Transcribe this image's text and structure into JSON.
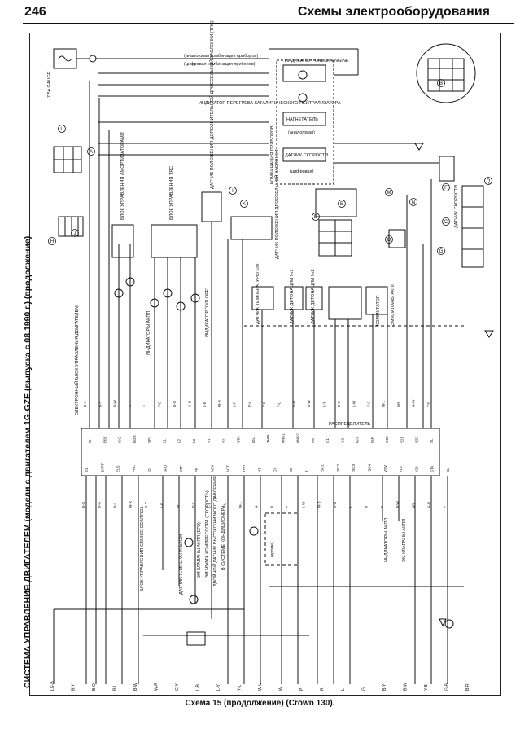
{
  "header": {
    "page_number": "246",
    "title": "Схемы электрооборудования"
  },
  "side_title": "СИСТЕМА УПРАВЛЕНИЯ ДВИГАТЕЛЕМ (модели с двигателем 1G-GZE (выпуска с 08.1990 г.) (продолжение)",
  "caption": "Схема 15 (продолжение) (Crown 130).",
  "labels": {
    "gauge": "7.5A GAUGE",
    "analog_combo": "(аналоговая комбинация приборов)",
    "digital_combo": "(цифровая комбинация приборов)",
    "check_engine": "ИНДИКАТОР \"CHECK ENGINE\"",
    "cat_overheat": "ИНДИКАТОР ПЕРЕГРЕВА КАТАЛИТИЧЕСКОГО НЕЙТРАЛИЗАТОРА",
    "supercharger": "НАГНЕТАТЕЛЬ",
    "analog": "(аналоговая)",
    "speed_sensor": "ДАТЧИК СКОРОСТИ",
    "digital": "(цифровая)",
    "instrument_combo": "КОМБИНАЦИЯ ПРИБОРОВ",
    "speed_sensor_right": "ДАТЧИК СКОРОСТИ",
    "ecu": "ЭЛЕКТРОННЫЙ БЛОК УПРАВЛЕНИЯ ДВИГАТЕЛЕМ",
    "shock_unit": "БЛОК УПРАВЛЕНИЯ АМОРТИЗАТОРАМИ",
    "trc_unit": "БЛОК УПРАВЛЕНИЯ TRC",
    "trc_throttle_pos": "ДАТЧИК ПОЛОЖЕНИЯ ДОПОЛНИТЕЛЬНОЙ ДРОССЕЛЬНОЙ ЗАСЛОНКИ (TRC)",
    "throttle_pos": "ДАТЧИК ПОЛОЖЕНИЯ ДРОССЕЛЬНОЙ ЗАСЛОНКИ",
    "at_indicator": "ИНДИКАТОРЫ АКПП",
    "od_off": "ИНДИКАТОР \"O/D OFF\"",
    "coolant_temp": "ДАТЧИК ТЕМПЕРАТУРЫ ОЖ",
    "knock1": "ДАТЧИК ДЕТОНАЦИИ №1",
    "knock2": "ДАТЧИК ДЕТОНАЦИИ №2",
    "distributor": "РАСПРЕДЕЛИТЕЛЬ",
    "commutator": "КОММУТАТОР",
    "at_valves": "ЭМ КЛАПАНЫ АКПП",
    "cruise": "БЛОК УПРАВЛЕНИЯ CRUISE-CONTROL",
    "oil_temp": "ДАТЧИК ТЕМПЕРАТУРЫ ОЖ",
    "at_valves_ecu": "ЭМ КЛАПАНЫ АКПП (ЕР2)",
    "ac_clutch": "ЭМ МУФТА КОМПРЕССОРА (СКОРОСТЬ)",
    "pressure_sw": "ДВОЙНОЙ ДАТЧИК ВЫСОКО/НИЗКОГО ДАВЛЕНИЯ",
    "in_ac": "В СИСТЕМЕ КОНДИЦИОНЕРА",
    "at_indicators2": "ИНДИКАТОРЫ АКПП",
    "at_valves2": "ЭМ КЛАПАНЫ АКПП",
    "except": "(кроме)"
  },
  "ecu_pins_top": [
    "W",
    "E01",
    "ISC",
    "EGR",
    "SP1",
    "L1",
    "L2",
    "L3",
    "S1",
    "S2",
    "VTA",
    "IDL",
    "THW",
    "KNK1",
    "KNK2",
    "NE",
    "G1",
    "G2",
    "IGT",
    "IGF",
    "G22",
    "S21",
    "S22",
    "SL"
  ],
  "ecu_pins_bottom": [
    "E1",
    "BATT",
    "ELS",
    "FPC",
    "IG",
    "SPD",
    "STP",
    "FP",
    "ACV",
    "ACT",
    "THA",
    "HT",
    "OX",
    "E2",
    "T",
    "ISC1",
    "ISC2",
    "ISC3",
    "ISC4",
    "VSV",
    "#10",
    "#20",
    "STA",
    "SL"
  ],
  "wire_codes_top": [
    "B-Y",
    "B-Y",
    "B-W",
    "G-Y",
    "Y",
    "V-B",
    "B-O",
    "G-B",
    "L-B",
    "W-R",
    "L-R",
    "P-L",
    "Y-B",
    "Y-L",
    "G-R",
    "B-W",
    "L-Y",
    "B-R",
    "L-W",
    "Y-G",
    "W-L",
    "BR",
    "G-W",
    "Y-R"
  ],
  "wire_codes_bottom": [
    "B-O",
    "B-G",
    "B-L",
    "W-R",
    "G-Y",
    "L-B",
    "W",
    "B-Y",
    "L-Y",
    "Y-L",
    "W-L",
    "G",
    "B",
    "Y",
    "L-W",
    "W-B",
    "G-R",
    "L",
    "R",
    "P",
    "B-W",
    "BR",
    "G-B",
    "V"
  ],
  "bottom_edge_codes": [
    "LG-B",
    "B-Y",
    "B-O",
    "B-L",
    "B-W",
    "W-R",
    "G-Y",
    "L-B",
    "L-Y",
    "Y-L",
    "W-L",
    "W",
    "P",
    "R",
    "L",
    "G",
    "B-Y",
    "B-W",
    "Y-B",
    "G-B",
    "B-R"
  ],
  "connector_letters": [
    "B",
    "L",
    "H",
    "D",
    "O",
    "C",
    "E",
    "G",
    "J",
    "A",
    "M",
    "N",
    "F",
    "K",
    "I",
    "Q"
  ]
}
